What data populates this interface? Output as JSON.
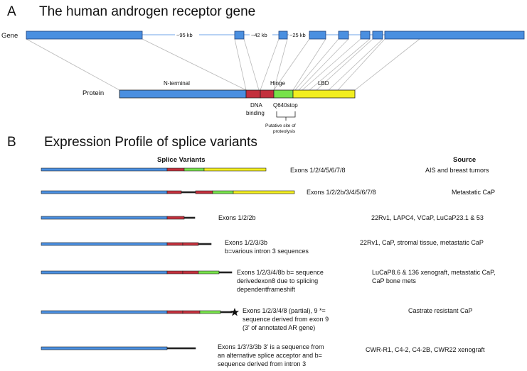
{
  "panel_a": {
    "letter": "A",
    "title": "The human androgen receptor gene",
    "gene_label": "Gene",
    "protein_label": "Protein",
    "intron_labels": [
      "~95 kb",
      "~42 kb",
      "~25 kb"
    ],
    "domains": {
      "n_terminal": "N-terminal",
      "dna_binding_line1": "DNA",
      "dna_binding_line2": "binding",
      "hinge": "Hinge",
      "lbd": "LBD"
    },
    "mutation": "Q640stop",
    "proteolysis_line1": "Putative site of",
    "proteolysis_line2": "proteolysis"
  },
  "panel_b": {
    "letter": "B",
    "title": "Expression Profile of splice variants",
    "col_variants": "Splice Variants",
    "col_source": "Source",
    "rows": [
      {
        "exons": [
          "Exons 1/2/4/5/6/7/8"
        ],
        "source": [
          "AIS and breast tumors"
        ]
      },
      {
        "exons": [
          "Exons 1/2/2b/3/4/5/6/7/8"
        ],
        "source": [
          "Metastatic CaP"
        ]
      },
      {
        "exons": [
          "Exons 1/2/2b"
        ],
        "source": [
          "22Rv1, LAPC4, VCaP, LuCaP23.1 & 53"
        ]
      },
      {
        "exons": [
          "Exons 1/2/3/3b",
          "b=various intron 3 sequences"
        ],
        "source": [
          "22Rv1, CaP, stromal tissue, metastatic CaP"
        ]
      },
      {
        "exons": [
          "Exons 1/2/3/4/8b b= sequence",
          "derivedexon8 due to splicing",
          "dependentframeshift"
        ],
        "source": [
          "LuCaP8.6 & 136 xenograft, metastatic CaP,",
          "CaP bone mets"
        ]
      },
      {
        "exons": [
          "Exons 1/2/3/4/8 (partial),  9  *=",
          "sequence derived from exon 9",
          "(3' of annotated AR gene)"
        ],
        "source": [
          "Castrate resistant CaP"
        ]
      },
      {
        "exons": [
          "Exons 1/3'/3/3b    3' is a sequence from",
          "an alternative splice acceptor and b=",
          "sequence derived from intron 3"
        ],
        "source": [
          "CWR-R1, C4-2, C4-2B, CWR22 xenograft"
        ]
      }
    ]
  },
  "colors": {
    "exon_blue": "#4a8fe0",
    "dna_red": "#c3303d",
    "hinge_green": "#77e24a",
    "lbd_yellow": "#f2ee1f",
    "connector_gray": "#b9b9b9",
    "intron_line": "#6fa6e8"
  }
}
